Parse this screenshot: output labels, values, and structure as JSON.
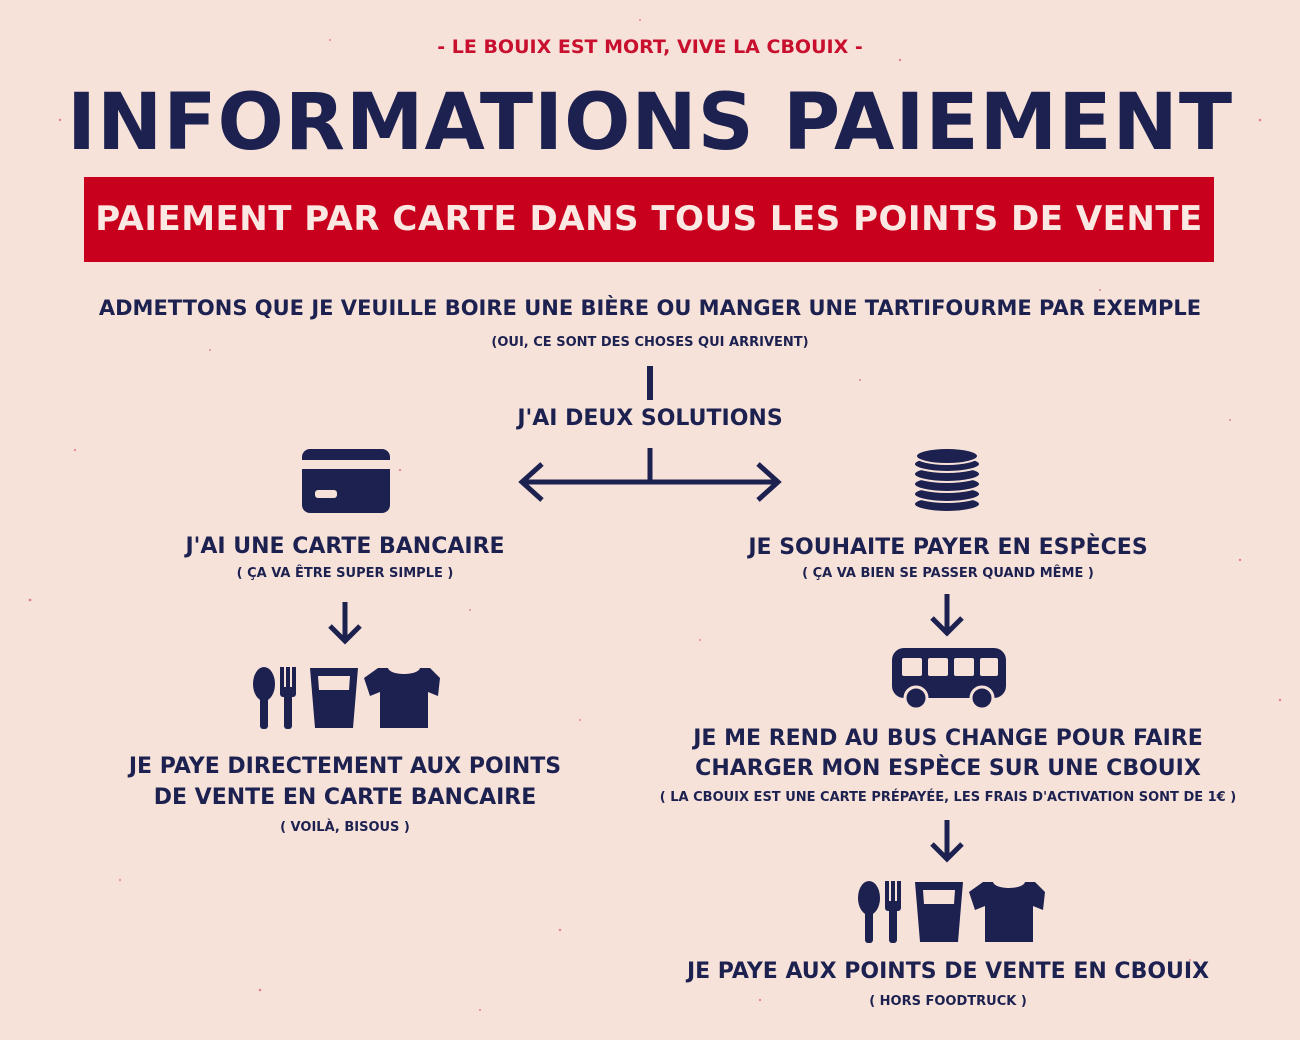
{
  "header": {
    "tagline": "- LE BOUIX EST MORT, VIVE LA CBOUIX -",
    "title": "INFORMATIONS PAIEMENT",
    "banner": "PAIEMENT PAR CARTE DANS TOUS LES POINTS DE VENTE"
  },
  "intro": {
    "question": "ADMETTONS QUE JE VEUILLE BOIRE UNE BIÈRE OU MANGER UNE TARTIFOURME PAR EXEMPLE",
    "note": "(OUI, CE SONT DES CHOSES QUI ARRIVENT)",
    "solutions": "J'AI DEUX SOLUTIONS"
  },
  "left": {
    "icon": "credit-card-icon",
    "heading": "J'AI UNE CARTE BANCAIRE",
    "note": "( ÇA VA ÊTRE SUPER SIMPLE )",
    "result_line1": "JE PAYE DIRECTEMENT AUX POINTS",
    "result_line2": "DE VENTE EN CARTE BANCAIRE",
    "result_note": "( VOILÀ, BISOUS )"
  },
  "right": {
    "icon": "coins-icon",
    "heading": "JE SOUHAITE PAYER EN ESPÈCES",
    "note": "( ÇA VA BIEN SE PASSER QUAND MÊME )",
    "step_line1": "JE ME REND AU BUS CHANGE POUR FAIRE",
    "step_line2": "CHARGER MON ESPÈCE SUR UNE CBOUIX",
    "step_note": "( LA CBOUIX EST UNE CARTE PRÉPAYÉE, LES FRAIS D'ACTIVATION SONT DE 1€ )",
    "result": "JE PAYE AUX POINTS DE VENTE EN CBOUIX",
    "result_note": "( HORS FOODTRUCK )"
  },
  "colors": {
    "background": "#f7e2da",
    "navy": "#1c2150",
    "red": "#c8001e"
  }
}
